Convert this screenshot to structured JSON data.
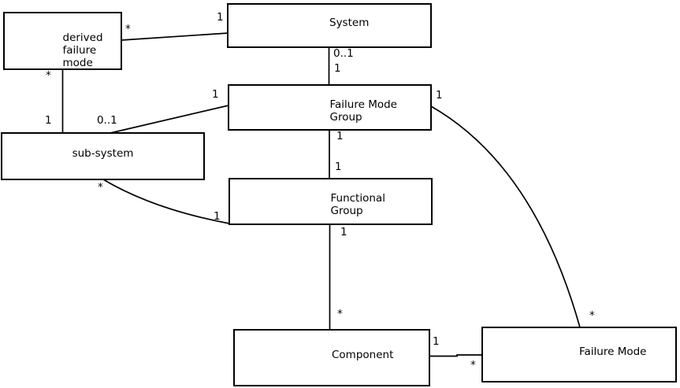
{
  "diagram": {
    "colors": {
      "background": "#ffffff",
      "stroke": "#000000",
      "text": "#000000"
    },
    "entities": [
      {
        "id": "derived-failure-mode",
        "label": "derived\nfailure\nmode"
      },
      {
        "id": "system",
        "label": "System"
      },
      {
        "id": "failure-mode-group",
        "label": "Failure Mode\nGroup"
      },
      {
        "id": "sub-system",
        "label": "sub-system"
      },
      {
        "id": "functional-group",
        "label": "Functional\nGroup"
      },
      {
        "id": "component",
        "label": "Component"
      },
      {
        "id": "failure-mode",
        "label": "Failure Mode"
      }
    ],
    "relationships": [
      {
        "from": "derived failure mode",
        "to": "System",
        "from_card": "*",
        "to_card": "1"
      },
      {
        "from": "derived failure mode",
        "to": "sub-system",
        "from_card": "*",
        "to_card": "1"
      },
      {
        "from": "System",
        "to": "Failure Mode Group",
        "from_card": "0..1",
        "to_card": "1"
      },
      {
        "from": "Failure Mode Group",
        "to": "sub-system",
        "from_card": "1",
        "to_card": "0..1"
      },
      {
        "from": "Failure Mode Group",
        "to": "Functional Group",
        "from_card": "1",
        "to_card": "1"
      },
      {
        "from": "Failure Mode Group",
        "to": "Failure Mode",
        "from_card": "1",
        "to_card": "*"
      },
      {
        "from": "Functional Group",
        "to": "Component",
        "from_card": "1",
        "to_card": "*"
      },
      {
        "from": "Component",
        "to": "Failure Mode",
        "from_card": "1",
        "to_card": "*"
      },
      {
        "from": "sub-system",
        "to": "Functional Group",
        "from_card": "*",
        "to_card": "1"
      }
    ]
  }
}
